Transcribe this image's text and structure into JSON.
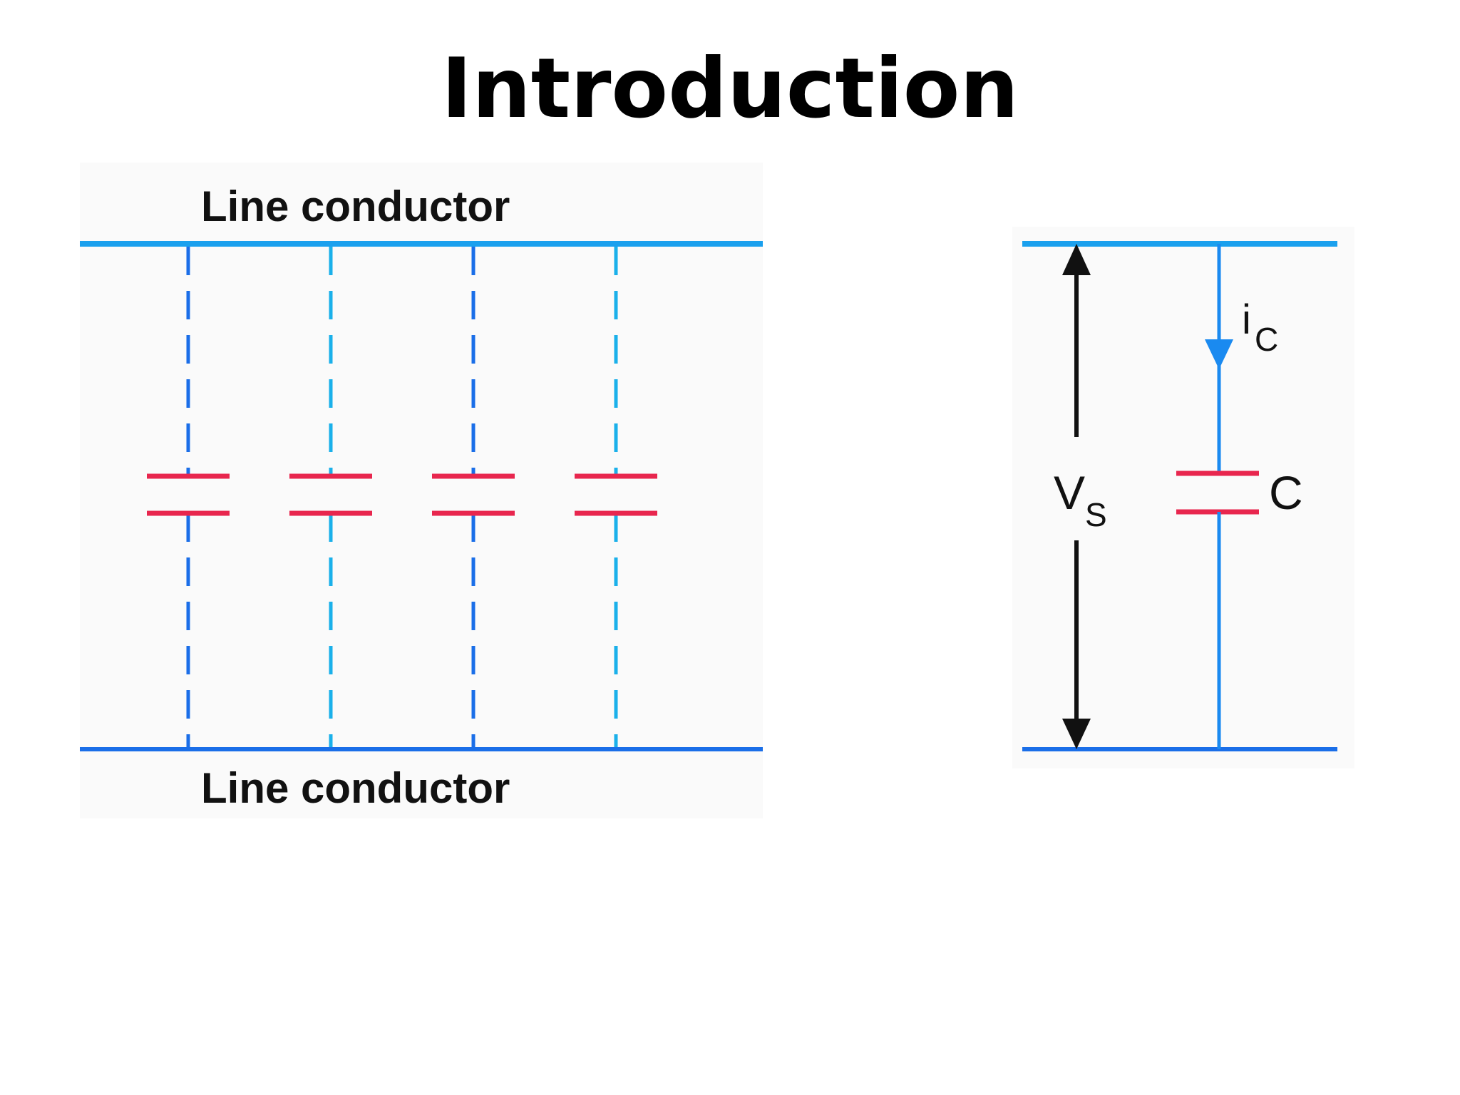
{
  "title": "Introduction",
  "left_diagram": {
    "top_label": "Line conductor",
    "bottom_label": "Line conductor",
    "capacitor_count": 4
  },
  "right_diagram": {
    "current_symbol": "i",
    "current_subscript": "C",
    "voltage_symbol": "V",
    "voltage_subscript": "S",
    "capacitor_label": "C"
  },
  "colors": {
    "conductor": "#1aa0ee",
    "conductor_bottom": "#1a6ee8",
    "capacitor_plate": "#e8264e",
    "arrow": "#111111",
    "current_arrow": "#1a8af0"
  },
  "icons": [
    "capacitor-symbol",
    "voltage-arrow",
    "current-arrow"
  ]
}
